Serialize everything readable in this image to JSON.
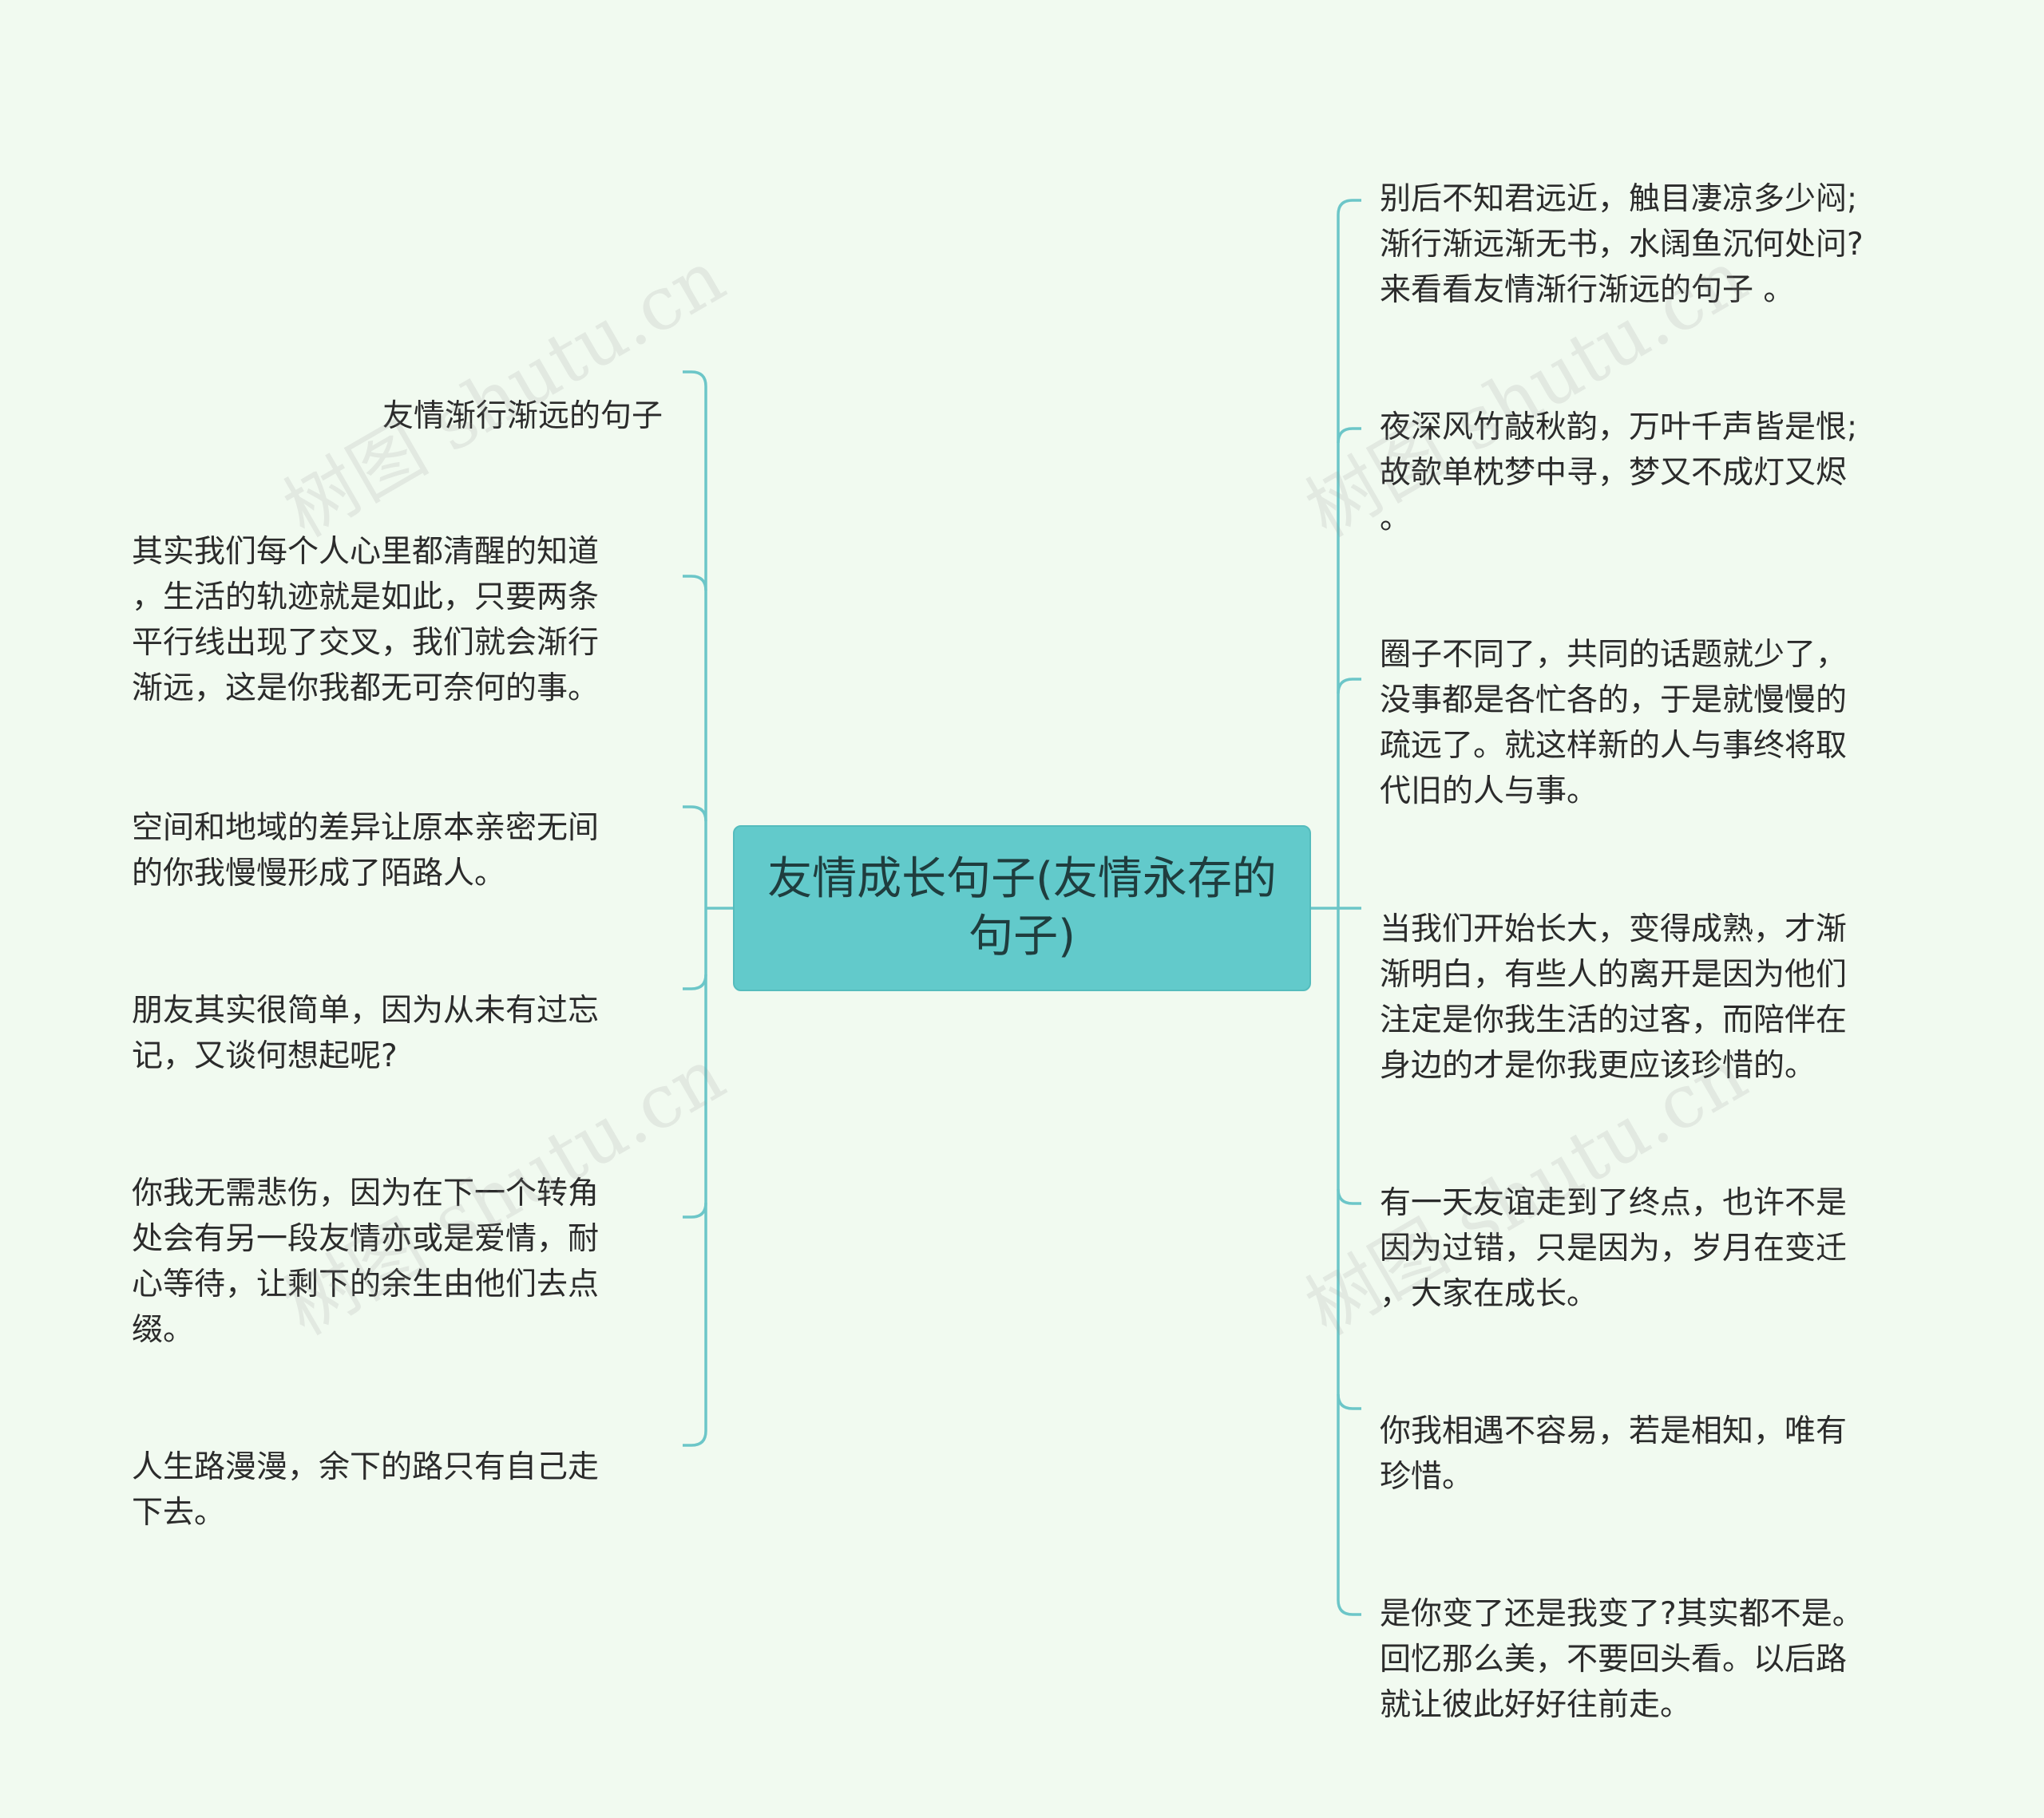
{
  "central": {
    "text": "友情成长句子(友情永存的句子)"
  },
  "colors": {
    "background": "#f1faf0",
    "central_fill": "#62cacb",
    "connector": "#6cc6c8"
  },
  "left_nodes": [
    {
      "text": "友情渐行渐远的句子"
    },
    {
      "text": "其实我们每个人心里都清醒的知道\n，生活的轨迹就是如此，只要两条\n平行线出现了交叉，我们就会渐行\n渐远，这是你我都无可奈何的事。"
    },
    {
      "text": "空间和地域的差异让原本亲密无间\n的你我慢慢形成了陌路人。"
    },
    {
      "text": "朋友其实很简单，因为从未有过忘\n记，又谈何想起呢?"
    },
    {
      "text": "你我无需悲伤，因为在下一个转角\n处会有另一段友情亦或是爱情，耐\n心等待，让剩下的余生由他们去点\n缀。"
    },
    {
      "text": "人生路漫漫，余下的路只有自己走\n下去。"
    }
  ],
  "right_nodes": [
    {
      "text": "别后不知君远近，触目凄凉多少闷;\n渐行渐远渐无书，水阔鱼沉何处问?\n来看看友情渐行渐远的句子 。"
    },
    {
      "text": "夜深风竹敲秋韵，万叶千声皆是恨;\n故欹单枕梦中寻，梦又不成灯又烬\n。"
    },
    {
      "text": "圈子不同了，共同的话题就少了，\n没事都是各忙各的，于是就慢慢的\n疏远了。就这样新的人与事终将取\n代旧的人与事。"
    },
    {
      "text": "当我们开始长大，变得成熟，才渐\n渐明白，有些人的离开是因为他们\n注定是你我生活的过客，而陪伴在\n身边的才是你我更应该珍惜的。"
    },
    {
      "text": "有一天友谊走到了终点，也许不是\n因为过错，只是因为，岁月在变迁\n，大家在成长。"
    },
    {
      "text": "你我相遇不容易，若是相知，唯有\n珍惜。"
    },
    {
      "text": "是你变了还是我变了?其实都不是。\n回忆那么美，不要回头看。以后路\n就让彼此好好往前走。"
    }
  ],
  "watermarks": [
    "树图 shutu.cn",
    "树图 shutu.cn",
    "树图 shutu.cn",
    "树图 shutu.cn"
  ]
}
